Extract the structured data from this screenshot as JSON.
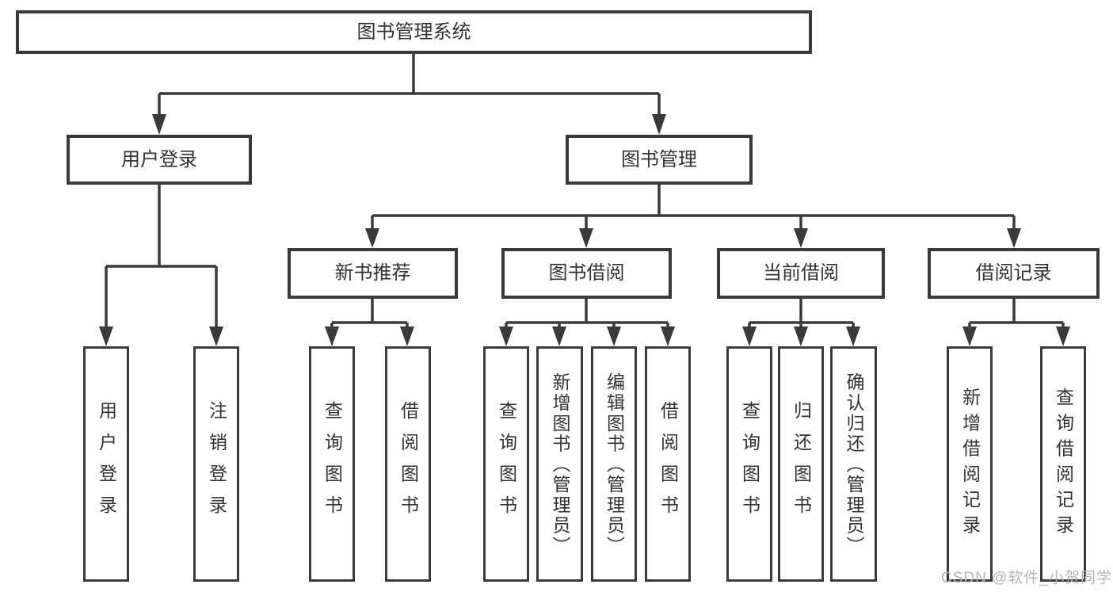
{
  "tree": {
    "label": "图书管理系统",
    "children": [
      {
        "label": "用户登录",
        "children": [
          {
            "label": "用户登录"
          },
          {
            "label": "注销登录"
          }
        ]
      },
      {
        "label": "图书管理",
        "children": [
          {
            "label": "新书推荐",
            "children": [
              {
                "label": "查询图书"
              },
              {
                "label": "借阅图书"
              }
            ]
          },
          {
            "label": "图书借阅",
            "children": [
              {
                "label": "查询图书"
              },
              {
                "label": "新增图书（管理员）"
              },
              {
                "label": "编辑图书（管理员）"
              },
              {
                "label": "借阅图书"
              }
            ]
          },
          {
            "label": "当前借阅",
            "children": [
              {
                "label": "查询图书"
              },
              {
                "label": "归还图书"
              },
              {
                "label": "确认归还（管理员）"
              }
            ]
          },
          {
            "label": "借阅记录",
            "children": [
              {
                "label": "新增借阅记录"
              },
              {
                "label": "查询借阅记录"
              }
            ]
          }
        ]
      }
    ]
  },
  "watermark": "CSDN @软件_小贺同学",
  "colors": {
    "line": "#3a3a3a",
    "text": "#333333",
    "watermark": "#b5b5b5",
    "background": "#ffffff"
  }
}
